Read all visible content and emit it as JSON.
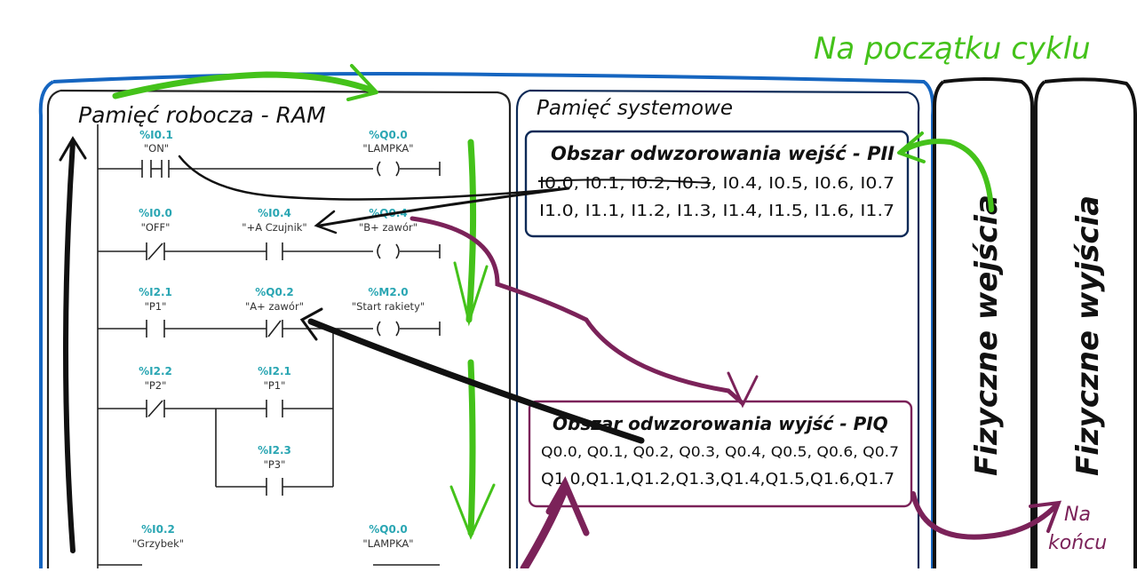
{
  "top_note": "Na początku cyklu",
  "bottom_note_line1": "Na",
  "bottom_note_line2": "końcu",
  "ram": {
    "title": "Pamięć robocza - RAM",
    "rungs": [
      {
        "contacts": [
          {
            "addr": "%I0.1",
            "sym": "\"ON\"",
            "type": "NO"
          },
          {
            "addr": "%Q0.0",
            "sym": "\"LAMPKA\"",
            "type": "COIL"
          }
        ]
      },
      {
        "contacts": [
          {
            "addr": "%I0.0",
            "sym": "\"OFF\"",
            "type": "NC"
          },
          {
            "addr": "%I0.4",
            "sym": "\"+A Czujnik\"",
            "type": "NO"
          },
          {
            "addr": "%Q0.4",
            "sym": "\"B+ zawór\"",
            "type": "COIL"
          }
        ]
      },
      {
        "contacts": [
          {
            "addr": "%I2.1",
            "sym": "\"P1\"",
            "type": "NO"
          },
          {
            "addr": "%Q0.2",
            "sym": "\"A+ zawór\"",
            "type": "NC"
          },
          {
            "addr": "%M2.0",
            "sym": "\"Start rakiety\"",
            "type": "COIL"
          }
        ]
      },
      {
        "contacts": [
          {
            "addr": "%I2.2",
            "sym": "\"P2\"",
            "type": "NC"
          },
          {
            "addr": "%I2.1",
            "sym": "\"P1\"",
            "type": "NO"
          },
          {
            "addr": "%I2.3",
            "sym": "\"P3\"",
            "type": "NO"
          }
        ]
      },
      {
        "contacts": [
          {
            "addr": "%I0.2",
            "sym": "\"Grzybek\"",
            "type": "NC"
          },
          {
            "addr": "%Q0.0",
            "sym": "\"LAMPKA\"",
            "type": "COIL"
          }
        ]
      }
    ]
  },
  "system": {
    "title": "Pamięć systemowe",
    "pii": {
      "title": "Obszar odwzorowania wejść - PII",
      "row1": "I0.0, I0.1, I0.2, I0.3, I0.4, I0.5, I0.6, I0.7",
      "row2": "I1.0,  I1.1,  I1.2,  I1.3,   I1.4,  I1.5,   I1.6,  I1.7"
    },
    "piq": {
      "title": "Obszar odwzorowania wyjść - PIQ",
      "row1": "Q0.0, Q0.1, Q0.2, Q0.3, Q0.4, Q0.5, Q0.6, Q0.7",
      "row2": "Q1.0,Q1.1,Q1.2,Q1.3,Q1.4,Q1.5,Q1.6,Q1.7"
    }
  },
  "physical": {
    "inputs": "Fizyczne wejścia",
    "outputs": "Fizyczne wyjścia"
  },
  "colors": {
    "outer_frame": "#1565c0",
    "navy": "#0d2a57",
    "green_arrow": "#44c21a",
    "purple_arrow": "#7b2259",
    "black_arrow": "#111111",
    "address_teal": "#2aa6b3"
  }
}
